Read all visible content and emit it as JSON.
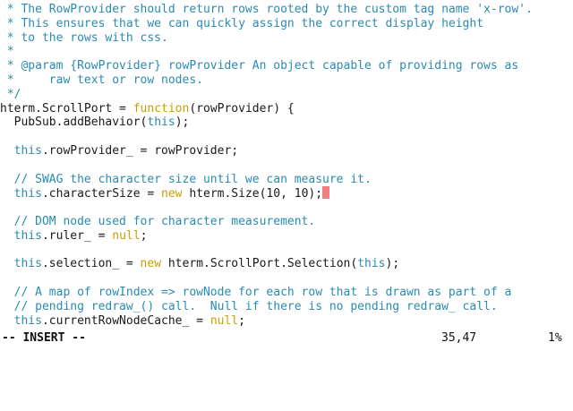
{
  "editor": {
    "colors": {
      "comment": "#2a8bb0",
      "keyword": "#c9a000",
      "this": "#2a8bb0",
      "text": "#1a1a1a",
      "cursor": "#f08080",
      "background": "#ffffff"
    },
    "lines": [
      [
        {
          "cls": "c",
          "text": " * The RowProvider should return rows rooted by the custom tag name 'x-row'."
        }
      ],
      [
        {
          "cls": "c",
          "text": " * This ensures that we can quickly assign the correct display height"
        }
      ],
      [
        {
          "cls": "c",
          "text": " * to the rows with css."
        }
      ],
      [
        {
          "cls": "c",
          "text": " *"
        }
      ],
      [
        {
          "cls": "c",
          "text": " * @param {RowProvider} rowProvider An object capable of providing rows as"
        }
      ],
      [
        {
          "cls": "c",
          "text": " *     raw text or row nodes."
        }
      ],
      [
        {
          "cls": "c",
          "text": " */"
        }
      ],
      [
        {
          "cls": "p",
          "text": "hterm.ScrollPort = "
        },
        {
          "cls": "k",
          "text": "function"
        },
        {
          "cls": "p",
          "text": "(rowProvider) {"
        }
      ],
      [
        {
          "cls": "p",
          "text": "  PubSub.addBehavior("
        },
        {
          "cls": "t",
          "text": "this"
        },
        {
          "cls": "p",
          "text": ");"
        }
      ],
      [
        {
          "cls": "p",
          "text": ""
        }
      ],
      [
        {
          "cls": "t",
          "text": "  this"
        },
        {
          "cls": "p",
          "text": ".rowProvider_ = rowProvider;"
        }
      ],
      [
        {
          "cls": "p",
          "text": ""
        }
      ],
      [
        {
          "cls": "c",
          "text": "  // SWAG the character size until we can measure it."
        }
      ],
      [
        {
          "cls": "t",
          "text": "  this"
        },
        {
          "cls": "p",
          "text": ".characterSize = "
        },
        {
          "cls": "k",
          "text": "new"
        },
        {
          "cls": "p",
          "text": " hterm.Size(10, 10);"
        },
        {
          "cls": "cursor",
          "text": ""
        }
      ],
      [
        {
          "cls": "p",
          "text": ""
        }
      ],
      [
        {
          "cls": "c",
          "text": "  // DOM node used for character measurement."
        }
      ],
      [
        {
          "cls": "t",
          "text": "  this"
        },
        {
          "cls": "p",
          "text": ".ruler_ = "
        },
        {
          "cls": "k",
          "text": "null"
        },
        {
          "cls": "p",
          "text": ";"
        }
      ],
      [
        {
          "cls": "p",
          "text": ""
        }
      ],
      [
        {
          "cls": "t",
          "text": "  this"
        },
        {
          "cls": "p",
          "text": ".selection_ = "
        },
        {
          "cls": "k",
          "text": "new"
        },
        {
          "cls": "p",
          "text": " hterm.ScrollPort.Selection("
        },
        {
          "cls": "t",
          "text": "this"
        },
        {
          "cls": "p",
          "text": ");"
        }
      ],
      [
        {
          "cls": "p",
          "text": ""
        }
      ],
      [
        {
          "cls": "c",
          "text": "  // A map of rowIndex => rowNode for each row that is drawn as part of a"
        }
      ],
      [
        {
          "cls": "c",
          "text": "  // pending redraw_() call.  Null if there is no pending redraw_ call."
        }
      ],
      [
        {
          "cls": "t",
          "text": "  this"
        },
        {
          "cls": "p",
          "text": ".currentRowNodeCache_ = "
        },
        {
          "cls": "k",
          "text": "null"
        },
        {
          "cls": "p",
          "text": ";"
        }
      ]
    ]
  },
  "status": {
    "mode": "-- INSERT --",
    "position": "35,47",
    "percent": "1%"
  }
}
